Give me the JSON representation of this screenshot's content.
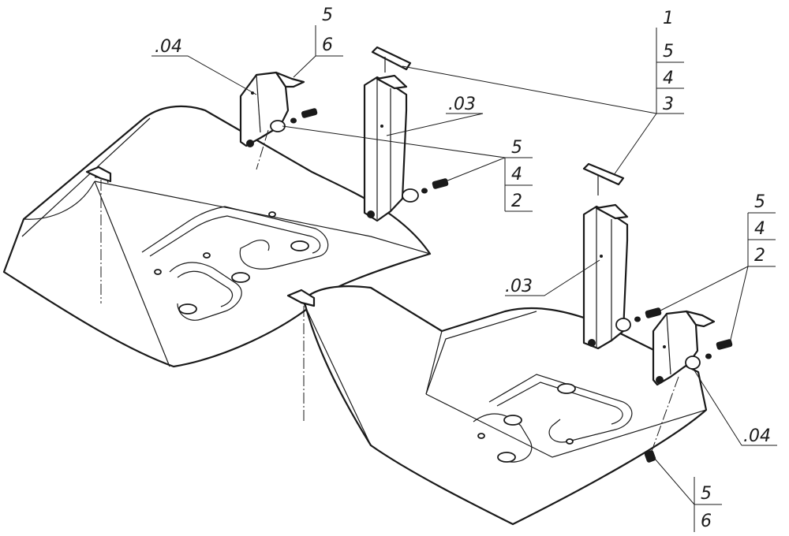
{
  "drawing": {
    "type": "exploded assembly drawing",
    "labels": {
      "part_04_top": ".04",
      "part_03_top": ".03",
      "part_03_right": ".03",
      "part_04_right": ".04",
      "stack_a": [
        "5",
        "6"
      ],
      "stack_b": [
        "1",
        "5",
        "4",
        "3"
      ],
      "stack_c": [
        "5",
        "4",
        "2"
      ],
      "stack_d": [
        "5",
        "4",
        "2"
      ],
      "stack_e": [
        "5",
        "6"
      ]
    },
    "colors": {
      "ink": "#1a1a1a",
      "paper": "#ffffff"
    }
  }
}
